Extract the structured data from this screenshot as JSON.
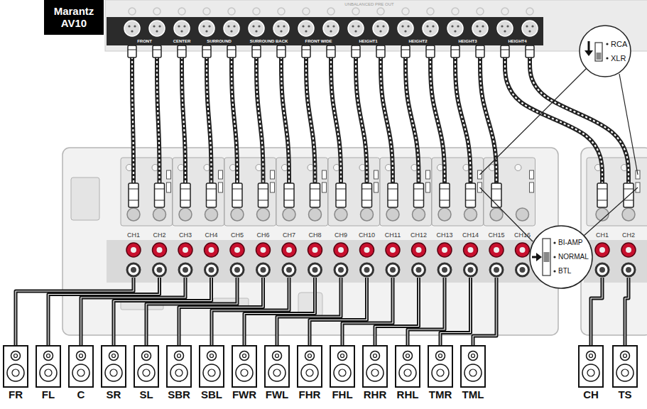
{
  "diagram": {
    "nodes": [
      {
        "text": [
          "Marantz AV10"
        ]
      },
      {
        "text": [
          "FR"
        ]
      },
      {
        "text": [
          "FL"
        ]
      },
      {
        "text": [
          "C"
        ]
      },
      {
        "text": [
          "SR"
        ]
      },
      {
        "text": [
          "SL"
        ]
      },
      {
        "text": [
          "SBR"
        ]
      },
      {
        "text": [
          "SBL"
        ]
      },
      {
        "text": [
          "FWR"
        ]
      },
      {
        "text": [
          "FWL"
        ]
      },
      {
        "text": [
          "FHR"
        ]
      },
      {
        "text": [
          "FHL"
        ]
      },
      {
        "text": [
          "RHR"
        ]
      },
      {
        "text": [
          "RHL"
        ]
      },
      {
        "text": [
          "TMR"
        ]
      },
      {
        "text": [
          "TML"
        ]
      },
      {
        "text": [
          "CH"
        ]
      },
      {
        "text": [
          "TS"
        ]
      }
    ],
    "labels": [
      "UNBALANCED PRE OUT",
      "FRONT",
      "CENTER",
      "SURROUND",
      "SURROUND BACK",
      "FRONT WIDE",
      "HEIGHT1",
      "HEIGHT2",
      "HEIGHT3",
      "HEIGHT4",
      "CH1",
      "CH2",
      "CH3",
      "CH4",
      "CH5",
      "CH6",
      "CH7",
      "CH8",
      "CH9",
      "CH10",
      "CH11",
      "CH12",
      "CH13",
      "CH14",
      "CH15",
      "CH16",
      "CH1",
      "CH2",
      "RCA",
      "XLR",
      "BI-AMP",
      "NORMAL",
      "BTL"
    ]
  }
}
